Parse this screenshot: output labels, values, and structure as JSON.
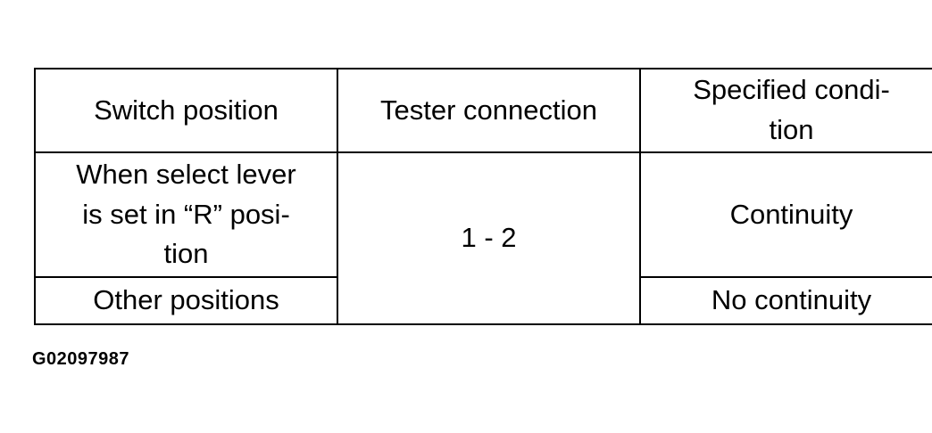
{
  "table": {
    "headers": [
      "Switch position",
      "Tester connection",
      "Specified condi-\ntion"
    ],
    "rows": [
      {
        "switch_position": "When select lever\nis set in “R” posi-\ntion",
        "tester_connection": "1 - 2",
        "specified_condition": "Continuity"
      },
      {
        "switch_position": "Other positions",
        "specified_condition": "No continuity"
      }
    ]
  },
  "figure_id": "G02097987"
}
